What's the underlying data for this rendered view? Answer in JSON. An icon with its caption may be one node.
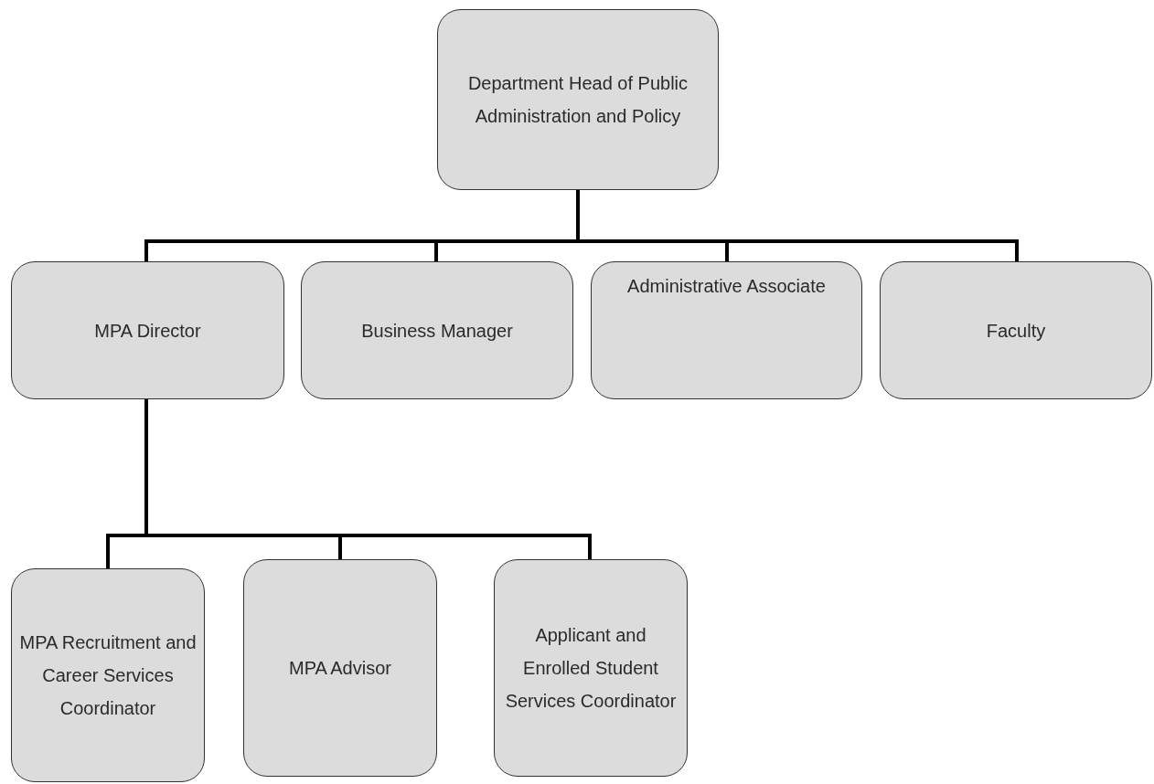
{
  "diagram": {
    "nodes": [
      {
        "text": [
          "Department Head of Public Administration and Policy"
        ]
      },
      {
        "text": [
          "MPA Director"
        ]
      },
      {
        "text": [
          "Business Manager"
        ]
      },
      {
        "text": [
          "Administrative Associate"
        ]
      },
      {
        "text": [
          "Faculty"
        ]
      },
      {
        "text": [
          "MPA Recruitment and Career Services Coordinator"
        ]
      },
      {
        "text": [
          "MPA Advisor"
        ]
      },
      {
        "text": [
          "Applicant and Enrolled Student Services Coordinator"
        ]
      }
    ],
    "edges": [
      {
        "from": 0,
        "to": 1,
        "arrow": "none"
      },
      {
        "from": 0,
        "to": 2,
        "arrow": "none"
      },
      {
        "from": 0,
        "to": 3,
        "arrow": "none"
      },
      {
        "from": 0,
        "to": 4,
        "arrow": "none"
      },
      {
        "from": 1,
        "to": 5,
        "arrow": "none"
      },
      {
        "from": 1,
        "to": 6,
        "arrow": "none"
      },
      {
        "from": 1,
        "to": 7,
        "arrow": "none"
      }
    ]
  }
}
